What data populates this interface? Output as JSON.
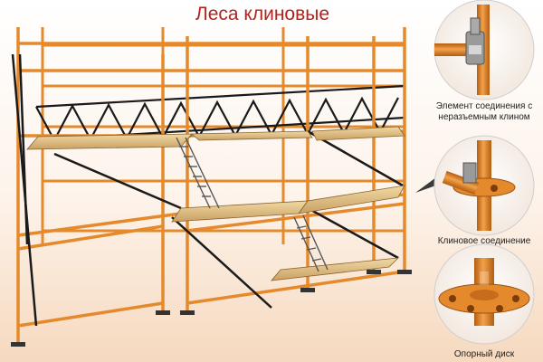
{
  "title": "Леса клиновые",
  "details": [
    {
      "caption_line1": "Элемент соединения с",
      "caption_line2": "неразъемным клином"
    },
    {
      "caption": "Клиновое соединение"
    },
    {
      "caption": "Опорный диск"
    }
  ],
  "colors": {
    "title": "#b3231e",
    "frame_orange": "#e58a2c",
    "frame_dark": "#b35d12",
    "brace_dark": "#1a1a1a",
    "plank_wood": "#e2c48a",
    "background_warm": "#f6d9bf"
  }
}
